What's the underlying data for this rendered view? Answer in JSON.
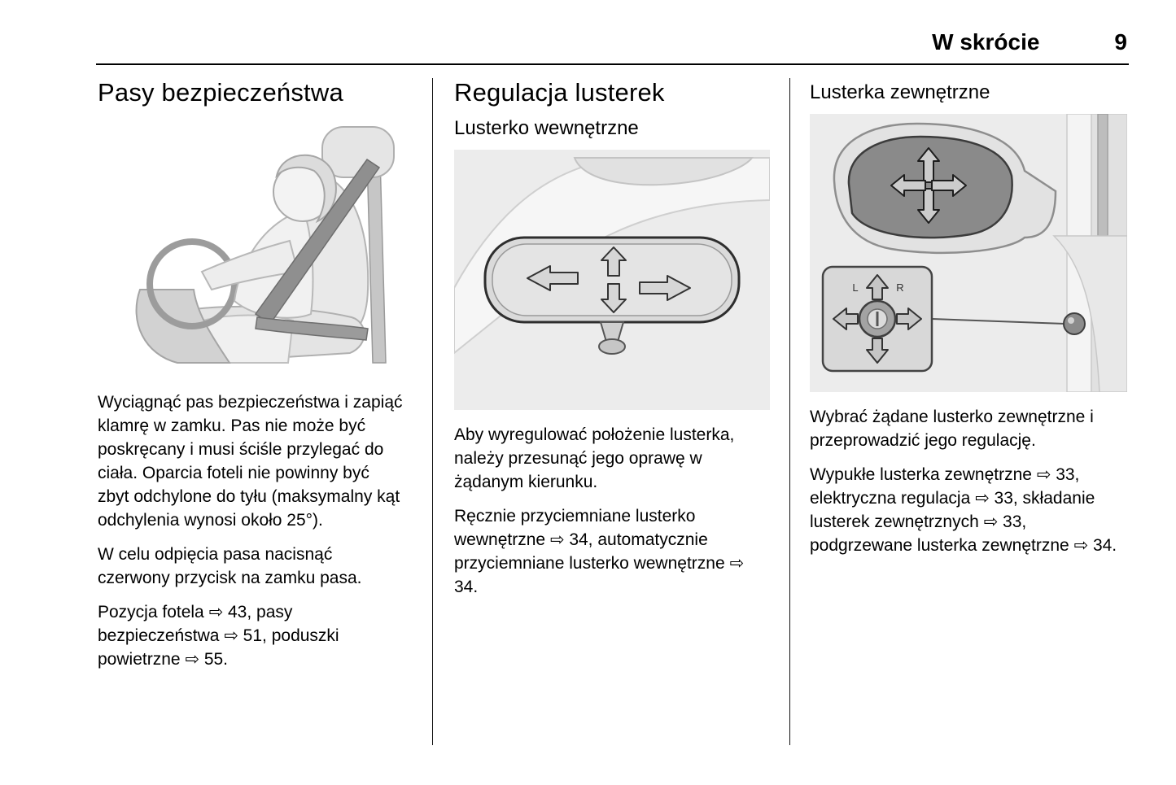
{
  "header": {
    "chapter": "W skrócie",
    "page_number": "9"
  },
  "seatbelts": {
    "heading": "Pasy bezpieczeństwa",
    "paragraphs": [
      "Wyciągnąć pas bezpieczeństwa i zapiąć klamrę w zamku. Pas nie może być poskręcany i musi ściśle przylegać do ciała. Oparcia foteli nie powinny być zbyt odchylone do tyłu (maksymalny kąt odchylenia wynosi około 25°).",
      "W celu odpięcia pasa nacisnąć czerwony przycisk na zamku pasa.",
      "Pozycja fotela ⇨ 43, pasy bezpieczeństwa ⇨ 51, poduszki powietrzne ⇨ 55."
    ]
  },
  "mirrors": {
    "heading": "Regulacja lusterek",
    "interior": {
      "subheading": "Lusterko wewnętrzne",
      "paragraphs": [
        "Aby wyregulować położenie lusterka, należy przesunąć jego oprawę w żądanym kierunku.",
        "Ręcznie przyciemniane lusterko wewnętrzne ⇨ 34, automatycznie przyciemniane lusterko wewnętrzne ⇨ 34."
      ]
    },
    "exterior": {
      "subheading": "Lusterka zewnętrzne",
      "paragraphs": [
        "Wybrać żądane lusterko zewnętrzne i przeprowadzić jego regulację.",
        "Wypukłe lusterka zewnętrzne ⇨ 33, elektryczna regulacja ⇨ 33, składanie lusterek zewnętrznych ⇨ 33, podgrzewane lusterka zewnętrzne ⇨ 34."
      ]
    }
  },
  "illustrations": {
    "exterior_mirror_switch": {
      "left_label": "L",
      "right_label": "R"
    }
  },
  "colors": {
    "text": "#000000",
    "rule": "#000000",
    "figure_bg": "#ececec"
  }
}
